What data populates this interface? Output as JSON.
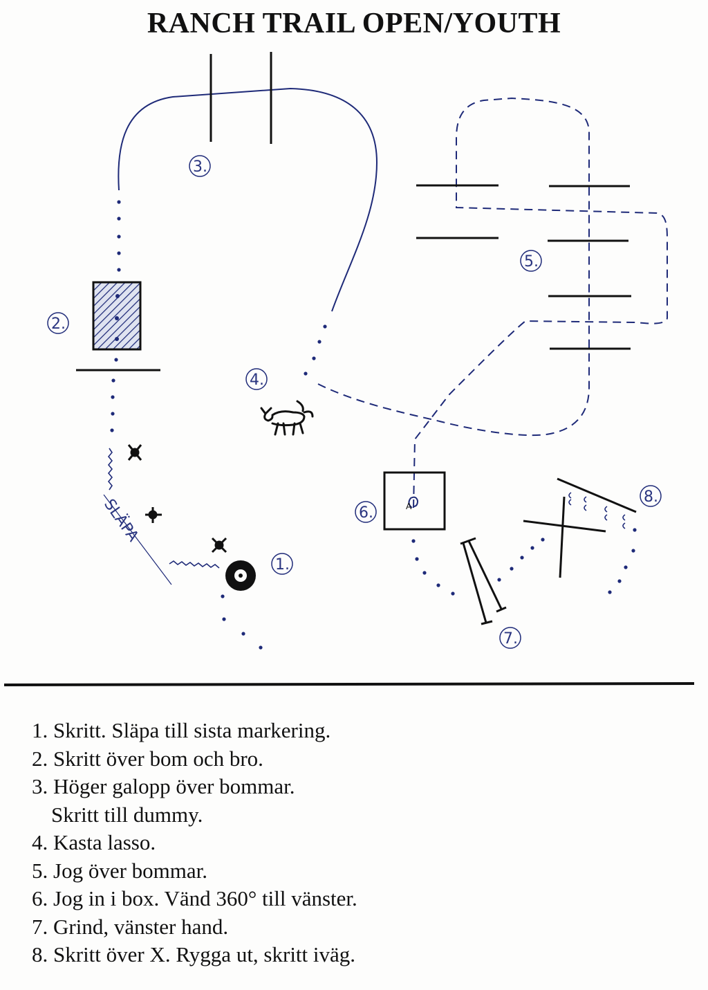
{
  "title": "RANCH TRAIL OPEN/YOUTH",
  "colors": {
    "ink": "#111111",
    "blue_pen": "#1e2a78",
    "hatch": "#1e2a78"
  },
  "diagram": {
    "station_labels": [
      "1.",
      "2.",
      "3.",
      "4.",
      "5.",
      "6.",
      "7.",
      "8."
    ],
    "drag_label": "SLÄPA",
    "box_marker": "A",
    "icons": [
      "log-circle-icon",
      "cow-dummy-icon",
      "pole-icon",
      "bridge-icon",
      "gate-icon",
      "x-poles-icon",
      "cone-marker-icon"
    ]
  },
  "instructions": [
    "1. Skritt. Släpa till sista markering.",
    "2. Skritt över bom och bro.",
    "3. Höger galopp över bommar.",
    "Skritt till dummy.",
    "4. Kasta lasso.",
    "5. Jog över bommar.",
    "6. Jog in i box. Vänd 360° till vänster.",
    "7. Grind, vänster hand.",
    "8. Skritt över X. Rygga ut, skritt iväg."
  ]
}
